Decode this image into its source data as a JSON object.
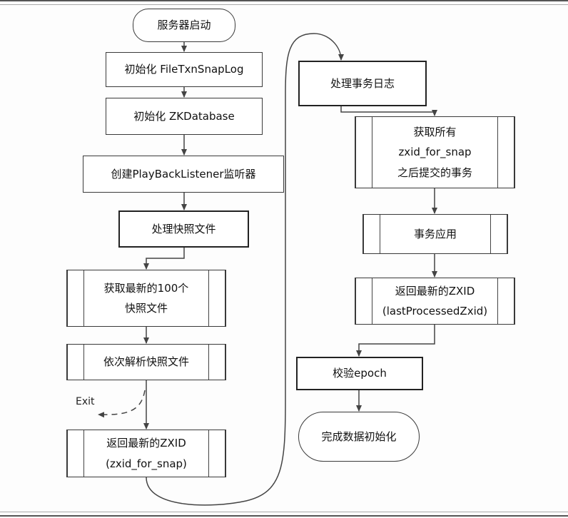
{
  "flowchart": {
    "start": "服务器启动",
    "init_log": "初始化 FileTxnSnapLog",
    "init_db": "初始化 ZKDatabase",
    "create_listener": "创建PlayBackListener监听器",
    "process_snapshot": "处理快照文件",
    "fetch_snapshots": [
      "获取最新的100个",
      "快照文件"
    ],
    "parse_snapshots": "依次解析快照文件",
    "return_zxid_snap": [
      "返回最新的ZXID",
      "(zxid_for_snap)"
    ],
    "exit_label": "Exit",
    "process_txlog": "处理事务日志",
    "fetch_transactions": [
      "获取所有",
      "zxid_for_snap",
      "之后提交的事务"
    ],
    "apply_transactions": "事务应用",
    "return_zxid_processed": [
      "返回最新的ZXID",
      "(lastProcessedZxid)"
    ],
    "verify_epoch": "校验epoch",
    "finish": "完成数据初始化"
  },
  "colors": {
    "line": "#444444",
    "border": "#3a3a3a",
    "thick_border": "#222222",
    "text": "#111111"
  }
}
